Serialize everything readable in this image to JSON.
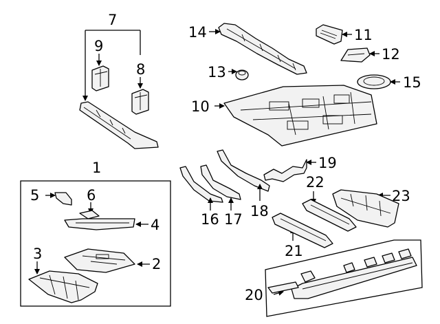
{
  "diagram": {
    "callouts": [
      {
        "id": "1",
        "label": "1"
      },
      {
        "id": "2",
        "label": "2"
      },
      {
        "id": "3",
        "label": "3"
      },
      {
        "id": "4",
        "label": "4"
      },
      {
        "id": "5",
        "label": "5"
      },
      {
        "id": "6",
        "label": "6"
      },
      {
        "id": "7",
        "label": "7"
      },
      {
        "id": "8",
        "label": "8"
      },
      {
        "id": "9",
        "label": "9"
      },
      {
        "id": "10",
        "label": "10"
      },
      {
        "id": "11",
        "label": "11"
      },
      {
        "id": "12",
        "label": "12"
      },
      {
        "id": "13",
        "label": "13"
      },
      {
        "id": "14",
        "label": "14"
      },
      {
        "id": "15",
        "label": "15"
      },
      {
        "id": "16",
        "label": "16"
      },
      {
        "id": "17",
        "label": "17"
      },
      {
        "id": "18",
        "label": "18"
      },
      {
        "id": "19",
        "label": "19"
      },
      {
        "id": "20",
        "label": "20"
      },
      {
        "id": "21",
        "label": "21"
      },
      {
        "id": "22",
        "label": "22"
      },
      {
        "id": "23",
        "label": "23"
      }
    ],
    "colors": {
      "line": "#000000",
      "part_fill": "#f2f2f2",
      "background": "#ffffff"
    }
  }
}
